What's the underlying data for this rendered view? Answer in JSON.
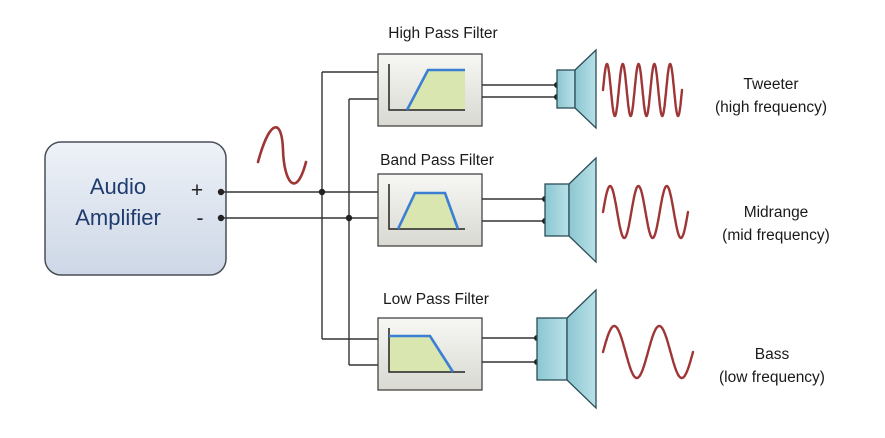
{
  "amplifier": {
    "label_line1": "Audio",
    "label_line2": "Amplifier",
    "plus": "+",
    "minus": "-"
  },
  "filters": [
    {
      "title": "High Pass Filter",
      "type": "high-pass"
    },
    {
      "title": "Band Pass Filter",
      "type": "band-pass"
    },
    {
      "title": "Low Pass Filter",
      "type": "low-pass"
    }
  ],
  "speakers": [
    {
      "name": "Tweeter",
      "range": "(high frequency)"
    },
    {
      "name": "Midrange",
      "range": "(mid frequency)"
    },
    {
      "name": "Bass",
      "range": "(low frequency)"
    }
  ],
  "colors": {
    "amp_fill_top": "#eef2f8",
    "amp_fill_bottom": "#cdd7e6",
    "amp_stroke": "#4a4f57",
    "filter_box_top": "#f7f7f4",
    "filter_box_bottom": "#d9d9d2",
    "response_fill": "#d9e6b0",
    "response_line": "#3a7fd4",
    "speaker_fill": "#9fd0d9",
    "speaker_stroke": "#2b4d57",
    "wave": "#9e3636",
    "wire": "#333333"
  }
}
